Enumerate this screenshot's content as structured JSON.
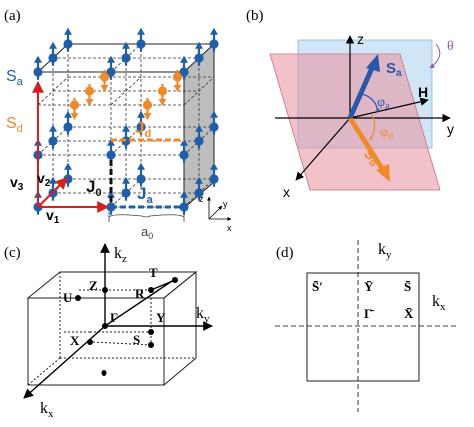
{
  "panel_a": {
    "label": "(a)",
    "s_a": "S",
    "s_a_sub": "a",
    "s_d": "S",
    "s_d_sub": "d",
    "j_d": "J",
    "j_d_sub": "d",
    "j_0": "J",
    "j_0_sub": "0",
    "j_a": "J",
    "j_a_sub": "a",
    "v1": "v",
    "v1_sub": "1",
    "v2": "v",
    "v2_sub": "2",
    "v3": "v",
    "v3_sub": "3",
    "a0": "a",
    "a0_sub": "0",
    "axis_x": "x",
    "axis_y": "y",
    "axis_z": "z",
    "colors": {
      "blue": "#1f5fa8",
      "orange": "#ee8a2c",
      "red": "#d62020",
      "gray": "#bdbdbd"
    }
  },
  "panel_b": {
    "label": "(b)",
    "axis_z": "z",
    "axis_y": "y",
    "axis_x": "x",
    "s_a": "S",
    "s_a_sub": "a",
    "s_d": "S",
    "s_d_sub": "d",
    "h": "H",
    "phi_a": "φ",
    "phi_a_sub": "a",
    "phi_d": "φ",
    "phi_d_sub": "d",
    "theta": "θ",
    "colors": {
      "plane_pink": "#e88f9e",
      "plane_blue": "#a9d2ef",
      "theta": "#8c5aa8"
    }
  },
  "panel_c": {
    "label": "(c)",
    "kz": "k",
    "kz_sub": "z",
    "ky": "k",
    "ky_sub": "y",
    "kx": "k",
    "kx_sub": "x",
    "points": [
      "Z",
      "T",
      "U",
      "R",
      "Γ",
      "Y",
      "X",
      "S"
    ]
  },
  "panel_d": {
    "label": "(d)",
    "ky": "k",
    "ky_sub": "y",
    "kx": "k",
    "kx_sub": "x",
    "s_prime": "S̄′",
    "y_bar": "Ȳ",
    "s_bar": "S̄",
    "gamma_bar": "Γ̄",
    "x_bar": "X̄"
  }
}
